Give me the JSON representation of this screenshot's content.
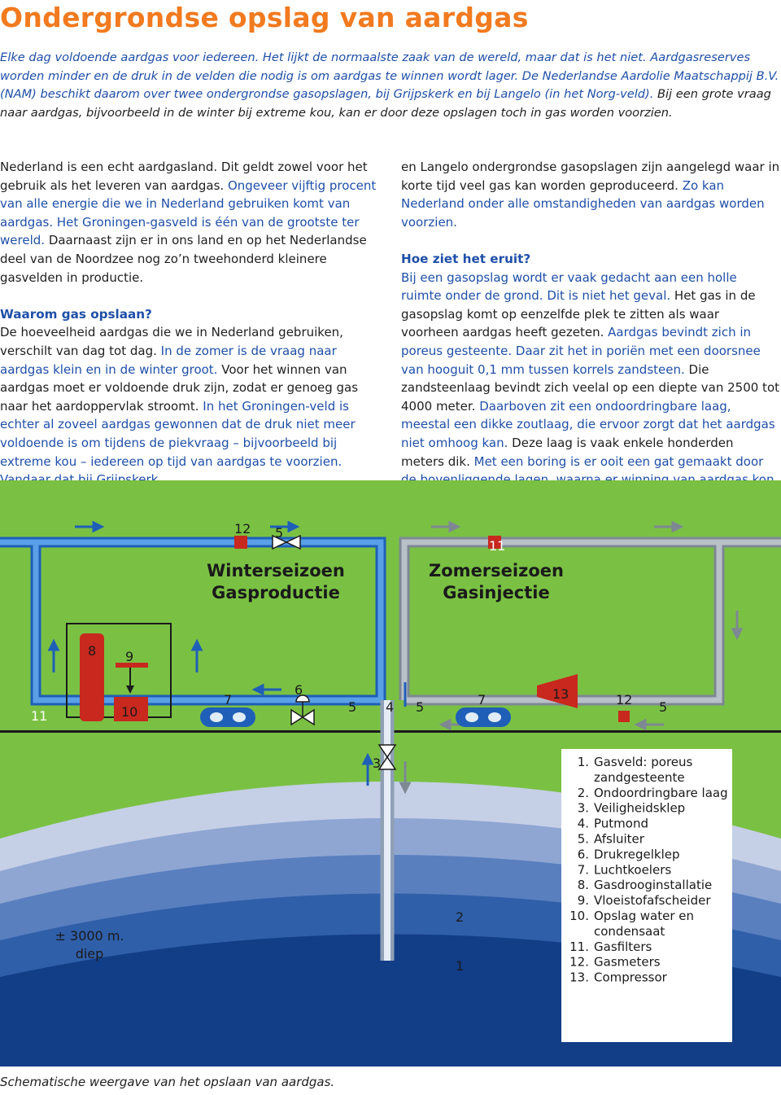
{
  "title": "Ondergrondse opslag van aardgas",
  "intro": {
    "part1": "Elke dag voldoende aardgas voor iedereen. Het lijkt de normaalste zaak van de wereld, maar dat is het niet. Aardgasreserves worden minder en de druk in de velden die nodig is om aardgas te winnen wordt lager. De Nederlandse Aardolie Maatschappij B.V. (NAM) beschikt daarom over twee ondergrondse gasopslagen, bij Grijpskerk en bij Langelo (in het Norg-veld).",
    "part2": "Bij een grote vraag naar aardgas, bijvoorbeeld in de winter bij extreme kou, kan er door deze opslagen toch in gas worden voorzien."
  },
  "left_column": {
    "p1a": "Nederland is een echt aardgasland. Dit geldt zowel voor het gebruik als het leveren van aardgas.",
    "p1b": "Ongeveer vijftig procent van alle energie die we in Nederland gebruiken komt van aardgas. Het Groningen-gasveld is één van de grootste ter wereld.",
    "p1c": "Daarnaast zijn er in ons land en op het Nederlandse deel van de Noordzee nog zo’n tweehonderd kleinere gasvelden in productie.",
    "heading": "Waarom gas opslaan?",
    "p2a": "De hoeveelheid aardgas die we in Nederland gebruiken, verschilt van dag tot dag.",
    "p2b": "In de zomer is de vraag naar aardgas klein en in de winter groot.",
    "p2c": "Voor het winnen van aardgas moet er voldoende druk zijn, zodat er genoeg gas naar het aardoppervlak stroomt.",
    "p2d": "In het Groningen-veld is echter al zoveel aardgas gewonnen dat de druk niet meer voldoende is om tijdens de piekvraag – bijvoorbeeld bij extreme kou – iedereen op tijd van aardgas te voorzien. Vandaar dat bij Grijpskerk"
  },
  "right_column": {
    "p1a": "en Langelo ondergrondse gasopslagen zijn aangelegd waar in korte tijd veel gas kan worden geproduceerd.",
    "p1b": "Zo kan Nederland onder alle omstandigheden van aardgas worden voorzien.",
    "heading": "Hoe ziet het eruit?",
    "p2a": "Bij een gasopslag wordt er vaak gedacht aan een holle ruimte onder de grond. Dit is niet het geval.",
    "p2b": "Het gas in de gasopslag komt op eenzelfde plek te zitten als waar voorheen aardgas heeft gezeten.",
    "p2c": "Aardgas bevindt zich in poreus gesteente. Daar zit het in poriën met een doorsnee van hooguit 0,1 mm tussen korrels zandsteen.",
    "p2d": "Die zandsteenlaag bevindt zich veelal op een diepte van 2500 tot 4000 meter.",
    "p2e": "Daarboven zit een ondoordringbare laag, meestal een dikke zoutlaag, die ervoor zorgt dat het aardgas niet omhoog kan.",
    "p2f": "Deze laag is vaak enkele honderden meters dik.",
    "p2g": "Met een boring is er ooit een gat gemaakt door de bovenliggende lagen, waarna er winning van aardgas kon plaatsvinden. Zo’n gat wordt een"
  },
  "diagram": {
    "winter_title_1": "Winterseizoen",
    "winter_title_2": "Gasproductie",
    "summer_title_1": "Zomerseizoen",
    "summer_title_2": "Gasinjectie",
    "depth_label_1": "± 3000 m.",
    "depth_label_2": "diep",
    "numbers": {
      "n1": "1",
      "n2": "2",
      "n3": "3",
      "n4": "4",
      "n5": "5",
      "n6": "6",
      "n7": "7",
      "n8": "8",
      "n9": "9",
      "n10": "10",
      "n11": "11",
      "n12": "12",
      "n13": "13"
    },
    "legend": [
      {
        "num": "1.",
        "label": "Gasveld: poreus"
      },
      {
        "num": "",
        "label": "zandgesteente"
      },
      {
        "num": "2.",
        "label": "Ondoordringbare laag"
      },
      {
        "num": "3.",
        "label": "Veiligheidsklep"
      },
      {
        "num": "4.",
        "label": "Putmond"
      },
      {
        "num": "5.",
        "label": "Afsluiter"
      },
      {
        "num": "6.",
        "label": "Drukregelklep"
      },
      {
        "num": "7.",
        "label": "Luchtkoelers"
      },
      {
        "num": "8.",
        "label": "Gasdrooginstallatie"
      },
      {
        "num": "9.",
        "label": "Vloeistofafscheider"
      },
      {
        "num": "10.",
        "label": "Opslag water en"
      },
      {
        "num": "",
        "label": "condensaat"
      },
      {
        "num": "11.",
        "label": "Gasfilters"
      },
      {
        "num": "12.",
        "label": "Gasmeters"
      },
      {
        "num": "13.",
        "label": "Compressor"
      }
    ],
    "colors": {
      "ground": "#7ac143",
      "pipe": "#3b82d4",
      "pipe_summer": "#9aa3ad",
      "equipment": "#c8281e",
      "layer_top": "#c5cfe6",
      "layer_2": "#8fa6d3",
      "layer_3": "#5a7fbf",
      "layer_4": "#2f5fa9",
      "layer_bottom": "#123d87"
    }
  },
  "caption": "Schematische weergave van het opslaan van aardgas."
}
